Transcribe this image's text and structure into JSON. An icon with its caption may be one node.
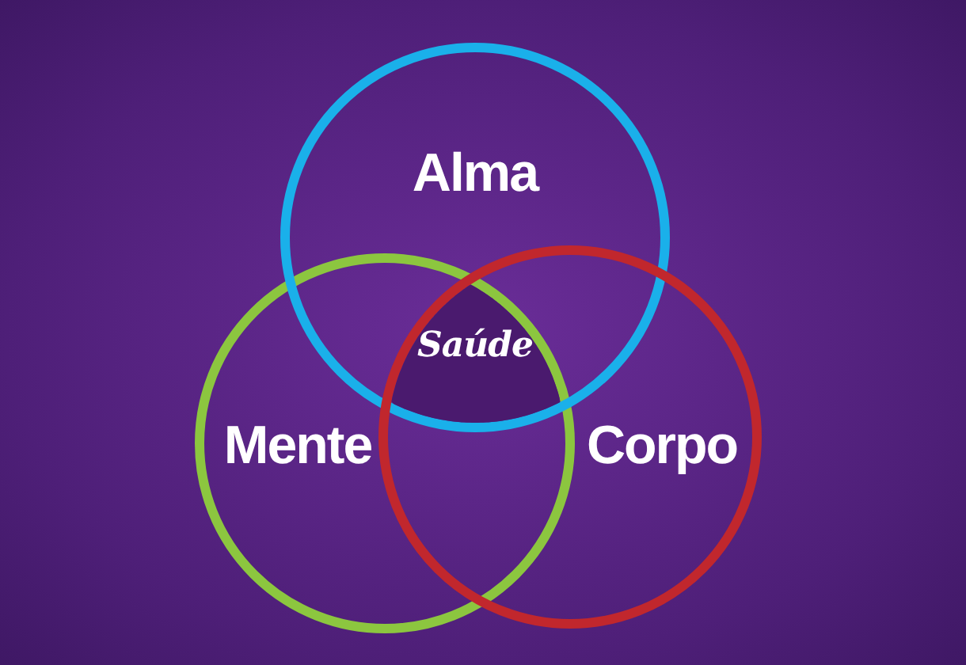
{
  "diagram": {
    "nodes": [
      {
        "text": [
          "Alma"
        ]
      },
      {
        "text": [
          "Mente"
        ]
      },
      {
        "text": [
          "Corpo"
        ]
      },
      {
        "text": [
          "Saúde"
        ]
      }
    ]
  }
}
